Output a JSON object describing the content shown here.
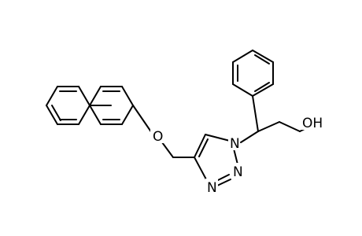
{
  "molecule": {
    "atoms": {
      "oxygen_ether": "O",
      "nitrogen_1": "N",
      "nitrogen_2": "N",
      "nitrogen_3": "N",
      "hydroxyl": "OH"
    },
    "line_color": "#000000",
    "background": "#ffffff"
  }
}
